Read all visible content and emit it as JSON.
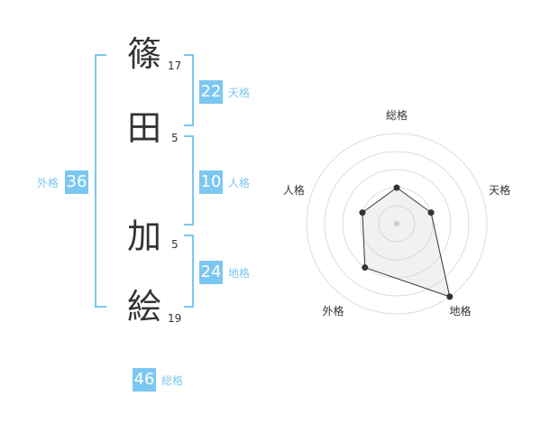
{
  "name": {
    "chars": [
      {
        "char": "篠",
        "strokes": "17"
      },
      {
        "char": "田",
        "strokes": "5"
      },
      {
        "char": "加",
        "strokes": "5"
      },
      {
        "char": "絵",
        "strokes": "19"
      }
    ]
  },
  "kakusu": {
    "tenkaku": {
      "label": "天格",
      "value": "22"
    },
    "jinkaku": {
      "label": "人格",
      "value": "10"
    },
    "chikaku": {
      "label": "地格",
      "value": "24"
    },
    "gaikaku": {
      "label": "外格",
      "value": "36"
    },
    "soukaku": {
      "label": "総格",
      "value": "46"
    }
  },
  "colors": {
    "accent": "#7cc7f1",
    "text": "#333333",
    "ring": "#dddddd"
  },
  "chart_data": {
    "type": "radar",
    "axes": [
      "総格",
      "天格",
      "地格",
      "外格",
      "人格"
    ],
    "values": [
      2,
      2,
      5,
      3,
      2
    ],
    "range": [
      0,
      5
    ]
  }
}
